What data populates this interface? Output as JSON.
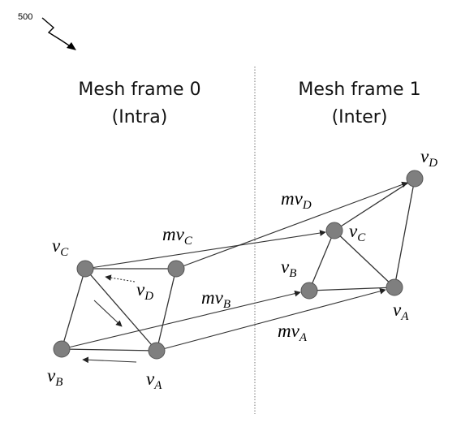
{
  "figure": {
    "ref_number": "500"
  },
  "frames": [
    {
      "title": "Mesh frame 0",
      "subtitle": "(Intra)"
    },
    {
      "title": "Mesh frame 1",
      "subtitle": "(Inter)"
    }
  ],
  "vertex_labels": {
    "f0_vC": {
      "main": "v",
      "sub": "C"
    },
    "f0_vD": {
      "main": "v",
      "sub": "D"
    },
    "f0_vB": {
      "main": "v",
      "sub": "B"
    },
    "f0_vA": {
      "main": "v",
      "sub": "A"
    },
    "f1_vC": {
      "main": "v",
      "sub": "C"
    },
    "f1_vD": {
      "main": "v",
      "sub": "D"
    },
    "f1_vB": {
      "main": "v",
      "sub": "B"
    },
    "f1_vA": {
      "main": "v",
      "sub": "A"
    }
  },
  "motion_vectors": {
    "mvD": {
      "main": "mv",
      "sub": "D"
    },
    "mvC": {
      "main": "mv",
      "sub": "C"
    },
    "mvB": {
      "main": "mv",
      "sub": "B"
    },
    "mvA": {
      "main": "mv",
      "sub": "A"
    }
  },
  "colors": {
    "node_fill": "#7f7f7f",
    "line": "#333333"
  }
}
